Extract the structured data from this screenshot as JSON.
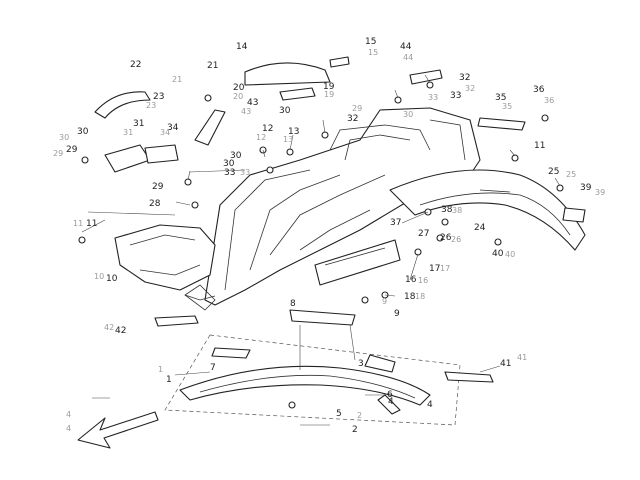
{
  "diagram": {
    "type": "exploded-parts-diagram",
    "colors": {
      "line": "#222222",
      "background": "#ffffff"
    },
    "direction_icon": "front-arrow-icon",
    "callouts": [
      "1",
      "2",
      "3",
      "4",
      "4",
      "5",
      "6",
      "7",
      "8",
      "9",
      "10",
      "11",
      "11",
      "12",
      "13",
      "14",
      "15",
      "16",
      "17",
      "18",
      "19",
      "20",
      "21",
      "22",
      "23",
      "24",
      "25",
      "26",
      "27",
      "28",
      "29",
      "29",
      "30",
      "30",
      "30",
      "30",
      "31",
      "32",
      "32",
      "33",
      "33",
      "34",
      "35",
      "36",
      "37",
      "38",
      "39",
      "40",
      "41",
      "42",
      "43",
      "44"
    ],
    "ghost_labels": [
      "15",
      "44",
      "23",
      "34",
      "19",
      "20",
      "21",
      "43",
      "30",
      "29",
      "32",
      "33",
      "35",
      "36",
      "31",
      "12",
      "13",
      "30",
      "33",
      "29",
      "11",
      "25",
      "39",
      "38",
      "26",
      "10",
      "16",
      "17",
      "18",
      "40",
      "9",
      "42",
      "1",
      "41",
      "4",
      "4",
      "2"
    ]
  }
}
